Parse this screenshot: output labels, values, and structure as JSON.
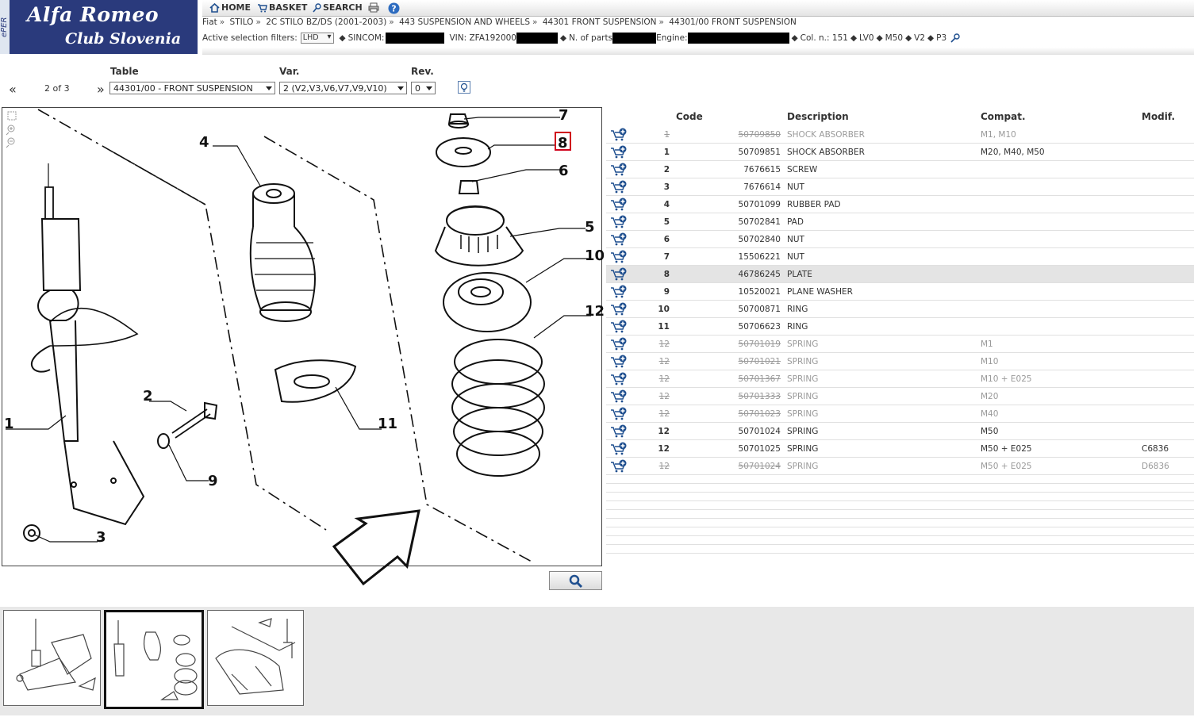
{
  "logo": {
    "line1": "Alfa Romeo",
    "line2": "Club Slovenia",
    "side": "ePER"
  },
  "topnav": {
    "home": "HOME",
    "basket": "BASKET",
    "search": "SEARCH"
  },
  "breadcrumb": [
    "Fiat",
    "STILO",
    "2C STILO BZ/DS (2001-2003)",
    "443 SUSPENSION AND WHEELS",
    "44301 FRONT SUSPENSION",
    "44301/00 FRONT SUSPENSION"
  ],
  "filters": {
    "label": "Active selection filters:",
    "drive": "LHD",
    "sincom_label": "SINCOM:",
    "vin_label": "VIN: ZFA192000",
    "nparts_label": "N. of parts",
    "engine_label": "Engine:",
    "col_label": "Col. n.: 151",
    "tags": [
      "LV0",
      "M50",
      "V2",
      "P3"
    ]
  },
  "controls": {
    "table_label": "Table",
    "var_label": "Var.",
    "rev_label": "Rev.",
    "prev": "«",
    "next": "»",
    "page_count": "2 of 3",
    "table_value": "44301/00 - FRONT SUSPENSION",
    "var_value": "2 (V2,V3,V6,V7,V9,V10)",
    "rev_value": "0"
  },
  "callouts": [
    "1",
    "2",
    "3",
    "4",
    "5",
    "6",
    "7",
    "8",
    "9",
    "10",
    "11",
    "12"
  ],
  "parts": {
    "headers": {
      "code": "Code",
      "description": "Description",
      "compat": "Compat.",
      "modif": "Modif."
    },
    "rows": [
      {
        "pos": "1",
        "code": "50709850",
        "desc": "SHOCK ABSORBER",
        "compat": "M1, M10",
        "modif": "",
        "status": "old"
      },
      {
        "pos": "1",
        "code": "50709851",
        "desc": "SHOCK ABSORBER",
        "compat": "M20, M40, M50",
        "modif": "",
        "status": "act"
      },
      {
        "pos": "2",
        "code": "7676615",
        "desc": "SCREW",
        "compat": "",
        "modif": "",
        "status": "act"
      },
      {
        "pos": "3",
        "code": "7676614",
        "desc": "NUT",
        "compat": "",
        "modif": "",
        "status": "act"
      },
      {
        "pos": "4",
        "code": "50701099",
        "desc": "RUBBER PAD",
        "compat": "",
        "modif": "",
        "status": "act"
      },
      {
        "pos": "5",
        "code": "50702841",
        "desc": "PAD",
        "compat": "",
        "modif": "",
        "status": "act"
      },
      {
        "pos": "6",
        "code": "50702840",
        "desc": "NUT",
        "compat": "",
        "modif": "",
        "status": "act"
      },
      {
        "pos": "7",
        "code": "15506221",
        "desc": "NUT",
        "compat": "",
        "modif": "",
        "status": "act"
      },
      {
        "pos": "8",
        "code": "46786245",
        "desc": "PLATE",
        "compat": "",
        "modif": "",
        "status": "act hl"
      },
      {
        "pos": "9",
        "code": "10520021",
        "desc": "PLANE WASHER",
        "compat": "",
        "modif": "",
        "status": "act"
      },
      {
        "pos": "10",
        "code": "50700871",
        "desc": "RING",
        "compat": "",
        "modif": "",
        "status": "act"
      },
      {
        "pos": "11",
        "code": "50706623",
        "desc": "RING",
        "compat": "",
        "modif": "",
        "status": "act"
      },
      {
        "pos": "12",
        "code": "50701019",
        "desc": "SPRING",
        "compat": "M1",
        "modif": "",
        "status": "old"
      },
      {
        "pos": "12",
        "code": "50701021",
        "desc": "SPRING",
        "compat": "M10",
        "modif": "",
        "status": "old"
      },
      {
        "pos": "12",
        "code": "50701367",
        "desc": "SPRING",
        "compat": "M10 + E025",
        "modif": "",
        "status": "old"
      },
      {
        "pos": "12",
        "code": "50701333",
        "desc": "SPRING",
        "compat": "M20",
        "modif": "",
        "status": "old"
      },
      {
        "pos": "12",
        "code": "50701023",
        "desc": "SPRING",
        "compat": "M40",
        "modif": "",
        "status": "old"
      },
      {
        "pos": "12",
        "code": "50701024",
        "desc": "SPRING",
        "compat": "M50",
        "modif": "",
        "status": "act"
      },
      {
        "pos": "12",
        "code": "50701025",
        "desc": "SPRING",
        "compat": "M50 + E025",
        "modif": "C6836",
        "status": "act"
      },
      {
        "pos": "12",
        "code": "50701024",
        "desc": "SPRING",
        "compat": "M50 + E025",
        "modif": "D6836",
        "status": "old"
      }
    ]
  },
  "colors": {
    "header_blue": "#2a3a7c",
    "icon_blue": "#1f4f8f",
    "highlight_red": "#d0021b"
  }
}
